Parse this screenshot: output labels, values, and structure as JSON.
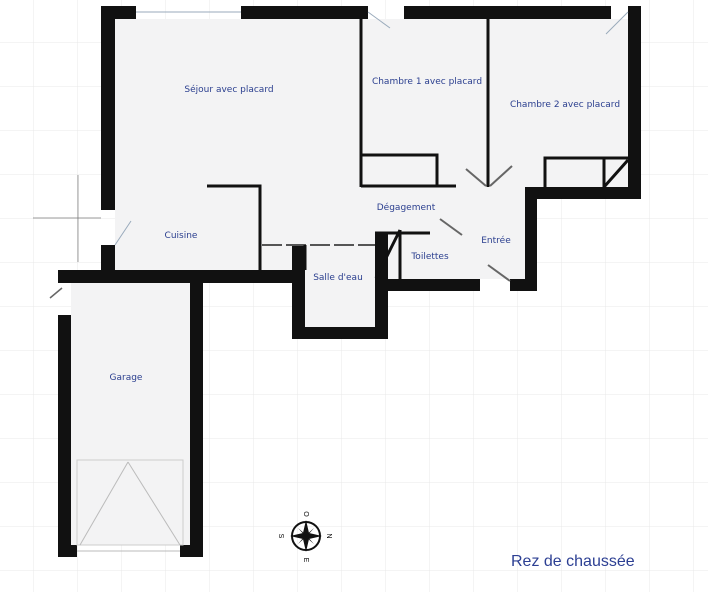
{
  "plan_title": "Rez de chaussée",
  "rooms": {
    "sejour": "Séjour avec placard",
    "chambre1": "Chambre 1 avec placard",
    "chambre2": "Chambre 2 avec placard",
    "cuisine": "Cuisine",
    "degagement": "Dégagement",
    "entree": "Entrée",
    "toilettes": "Toilettes",
    "salle_eau": "Salle d'eau",
    "garage": "Garage"
  },
  "compass": {
    "top": "O",
    "right": "N",
    "left": "S",
    "bottom": "E"
  },
  "colors": {
    "wall": "#111111",
    "floor": "#f3f3f4",
    "label": "#2b3f8f",
    "grid": "#e6e6e6"
  }
}
